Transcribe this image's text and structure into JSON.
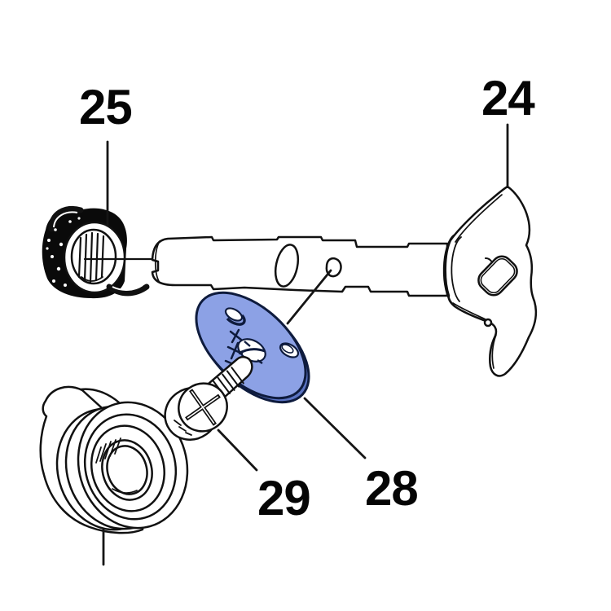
{
  "diagram": {
    "kind": "exploded parts diagram",
    "background": "#ffffff",
    "line_color": "#111111",
    "highlight_color": "#8ca1e5",
    "highlight_shade_color": "#5a73c2",
    "highlight_outline_color": "#0e1b3d"
  },
  "parts": {
    "lever": {
      "label": "24"
    },
    "spring": {
      "label": "25"
    },
    "disc": {
      "label": "28",
      "highlighted": true
    },
    "screw": {
      "label": "29"
    }
  }
}
